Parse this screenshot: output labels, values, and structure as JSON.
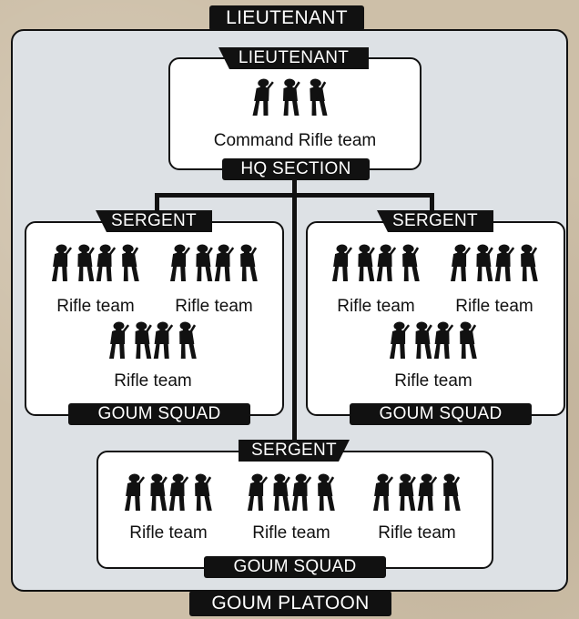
{
  "platoon": {
    "top_banner": "LIEUTENANT",
    "bottom_banner": "GOUM PLATOON"
  },
  "hq": {
    "banner_top": "LIEUTENANT",
    "banner_bottom": "HQ SECTION",
    "team_label": "Command Rifle team",
    "team_icon": "soldiers-silhouette-icon"
  },
  "squads": [
    {
      "banner_top": "SERGENT",
      "banner_bottom": "GOUM SQUAD",
      "teams": [
        "Rifle team",
        "Rifle team",
        "Rifle team"
      ]
    },
    {
      "banner_top": "SERGENT",
      "banner_bottom": "GOUM SQUAD",
      "teams": [
        "Rifle team",
        "Rifle team",
        "Rifle team"
      ]
    },
    {
      "banner_top": "SERGENT",
      "banner_bottom": "GOUM SQUAD",
      "teams": [
        "Rifle team",
        "Rifle team",
        "Rifle team"
      ]
    }
  ],
  "colors": {
    "background": "#cdbfa8",
    "panel": "#dde1e5",
    "banner": "#111111",
    "banner_text": "#ffffff"
  }
}
